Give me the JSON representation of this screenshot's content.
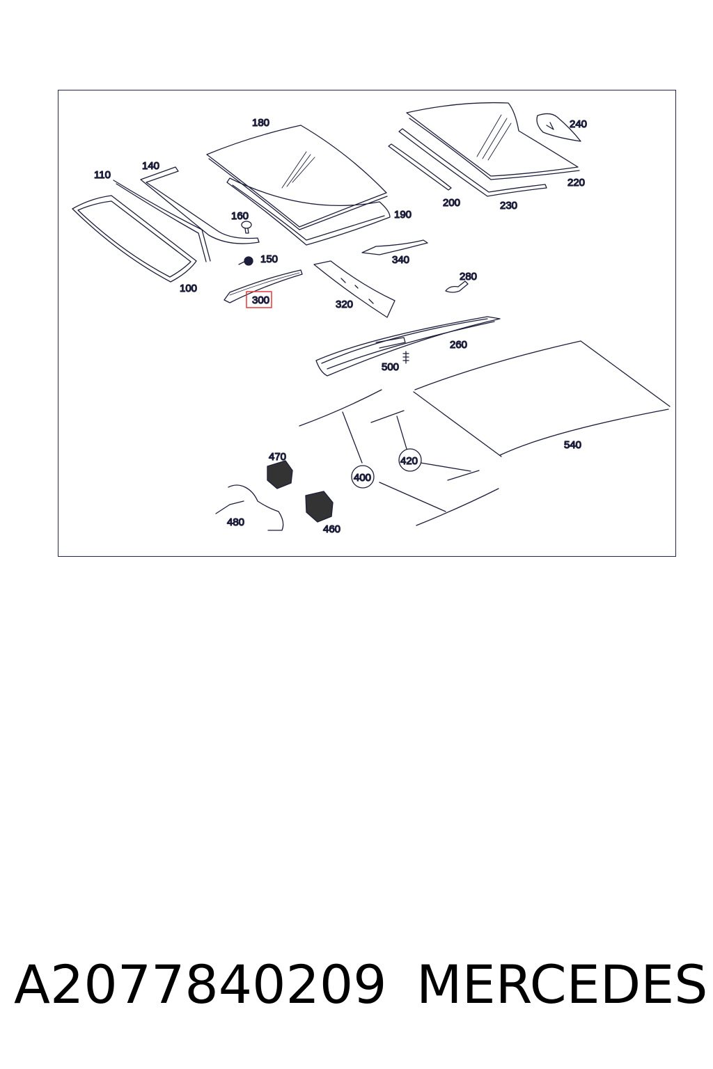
{
  "diagram": {
    "labels": {
      "p100": "100",
      "p110": "110",
      "p140": "140",
      "p150": "150",
      "p160": "160",
      "p180": "180",
      "p190": "190",
      "p200": "200",
      "p220": "220",
      "p230": "230",
      "p240": "240",
      "p260": "260",
      "p280": "280",
      "p300": "300",
      "p320": "320",
      "p340": "340",
      "p400": "400",
      "p420": "420",
      "p460": "460",
      "p470": "470",
      "p480": "480",
      "p500": "500",
      "p540": "540"
    },
    "highlighted_part": "300",
    "colors": {
      "line": "#1b1d3a",
      "highlight": "#e53935",
      "frame": "#23254a"
    }
  },
  "footer": {
    "part_number": "A2077840209",
    "brand": "MERCEDES"
  }
}
